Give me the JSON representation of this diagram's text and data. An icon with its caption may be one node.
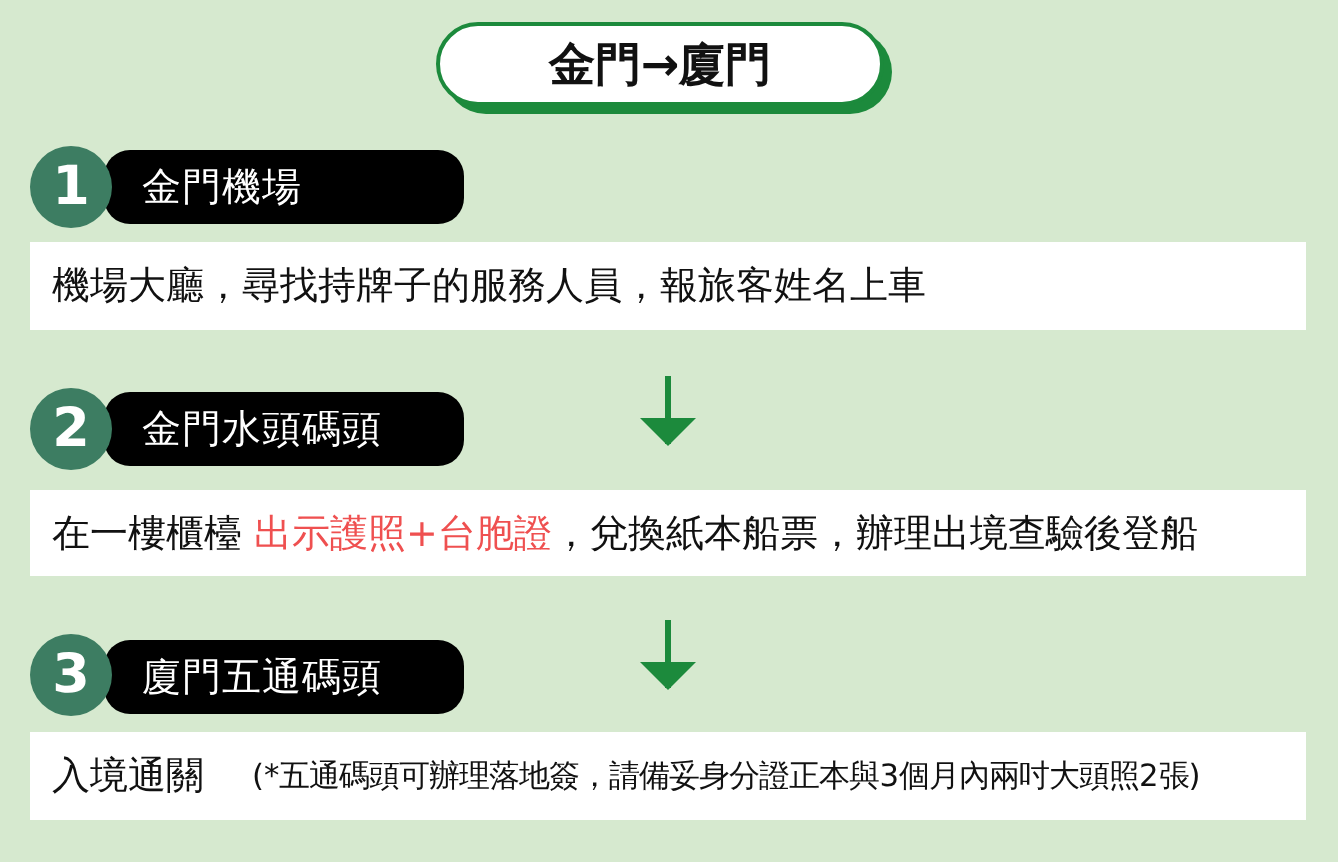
{
  "diagram": {
    "title": "金門→廈門",
    "nodes": [
      {
        "text": [
          "1"
        ]
      },
      {
        "text": [
          "金門機場"
        ]
      },
      {
        "text": [
          "機場大廳，尋找持牌子的服務人員，報旅客姓名上車"
        ]
      },
      {
        "text": [
          "2"
        ]
      },
      {
        "text": [
          "金門水頭碼頭"
        ]
      },
      {
        "text": [
          "在一樓櫃檯 **出示護照+台胞證**，兌換紙本船票，辦理出境查驗後登船"
        ]
      },
      {
        "text": [
          "3"
        ]
      },
      {
        "text": [
          "廈門五通碼頭"
        ]
      },
      {
        "text": [
          "入境通關",
          "(*五通碼頭可辦理落地簽，請備妥身分證正本與3個月內兩吋大頭照2張)"
        ]
      }
    ],
    "edges": [
      {
        "from": 2,
        "to": 5,
        "arrow": "to"
      },
      {
        "from": 5,
        "to": 8,
        "arrow": "to"
      }
    ]
  }
}
